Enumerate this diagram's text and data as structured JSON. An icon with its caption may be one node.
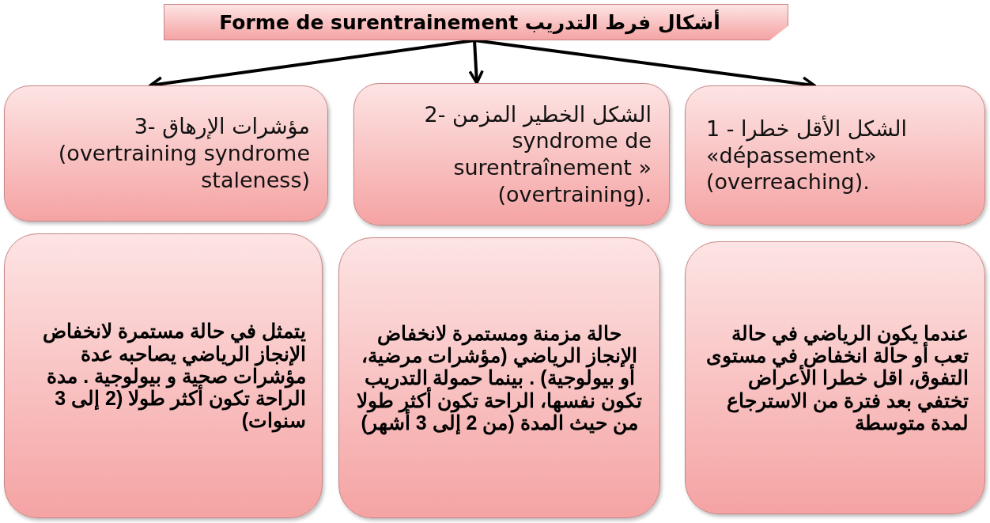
{
  "diagram": {
    "nodes": [
      {
        "text": [
          "أشكال فرط التدريب Forme de surentrainement"
        ]
      },
      {
        "text": [
          "3- مؤشرات الإرهاق (overtraining syndrome staleness)"
        ]
      },
      {
        "text": [
          "2- الشكل الخطير المزمن syndrome de surentraînement » (overtraining)."
        ]
      },
      {
        "text": [
          "1 - الشكل الأقل خطرا «dépassement» (overreaching)."
        ]
      },
      {
        "text": [
          "يتمثل في حالة مستمرة لانخفاض الإنجاز الرياضي يصاحبه عدة مؤشرات صحية و بيولوجية . مدة الراحة تكون أكثر طولا (2 إلى 3 سنوات)"
        ]
      },
      {
        "text": [
          "حالة مزمنة ومستمرة لانخفاض الإنجاز الرياضي (مؤشرات مرضية، أو بيولوجية) . بينما حمولة التدريب تكون نفسها، الراحة تكون أكثر طولا من حيث المدة (من 2 إلى 3 أشهر)"
        ]
      },
      {
        "text": [
          "عندما يكون الرياضي في حالة تعب أو حالة انخفاض في مستوى التفوق، اقل خطرا الأعراض تختفي بعد فترة من الاسترجاع لمدة متوسطة"
        ]
      }
    ],
    "edges": [
      {
        "from": 0,
        "to": 1,
        "arrow": "to"
      },
      {
        "from": 0,
        "to": 2,
        "arrow": "to"
      },
      {
        "from": 0,
        "to": 3,
        "arrow": "to"
      }
    ]
  }
}
